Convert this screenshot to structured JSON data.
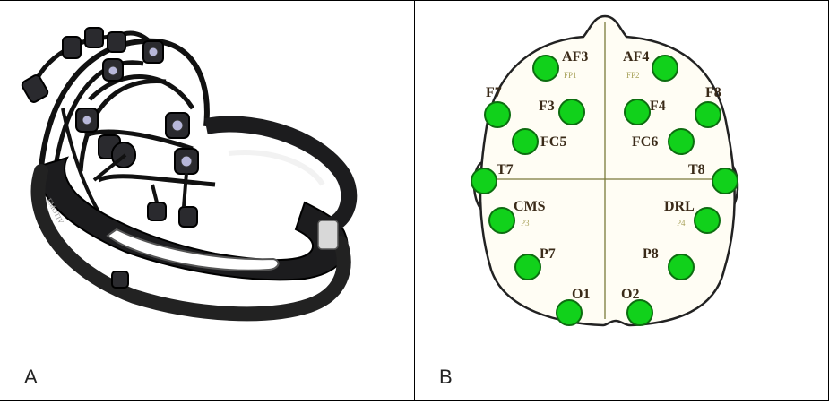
{
  "panels": {
    "a": {
      "letter": "A"
    },
    "b": {
      "letter": "B"
    }
  },
  "headset": {
    "brand_text": "EMOTIV",
    "color_body": "#1c1c1e",
    "color_sensor": "#2a2a2e"
  },
  "head_map": {
    "colors": {
      "electrode": "#11d11b",
      "electrode_stroke": "#0d6d10",
      "head_fill": "#fffdf4",
      "head_stroke": "#222222",
      "midline": "#7a7a3a"
    },
    "electrodes": [
      {
        "id": "AF3",
        "label": "AF3",
        "sub": "FP1"
      },
      {
        "id": "AF4",
        "label": "AF4",
        "sub": "FP2"
      },
      {
        "id": "F7",
        "label": "F7",
        "sub": ""
      },
      {
        "id": "F3",
        "label": "F3",
        "sub": ""
      },
      {
        "id": "F4",
        "label": "F4",
        "sub": ""
      },
      {
        "id": "F8",
        "label": "F8",
        "sub": ""
      },
      {
        "id": "FC5",
        "label": "FC5",
        "sub": ""
      },
      {
        "id": "FC6",
        "label": "FC6",
        "sub": ""
      },
      {
        "id": "T7",
        "label": "T7",
        "sub": ""
      },
      {
        "id": "T8",
        "label": "T8",
        "sub": ""
      },
      {
        "id": "CMS",
        "label": "CMS",
        "sub": "P3"
      },
      {
        "id": "DRL",
        "label": "DRL",
        "sub": "P4"
      },
      {
        "id": "P7",
        "label": "P7",
        "sub": ""
      },
      {
        "id": "P8",
        "label": "P8",
        "sub": ""
      },
      {
        "id": "O1",
        "label": "O1",
        "sub": ""
      },
      {
        "id": "O2",
        "label": "O2",
        "sub": ""
      }
    ]
  }
}
